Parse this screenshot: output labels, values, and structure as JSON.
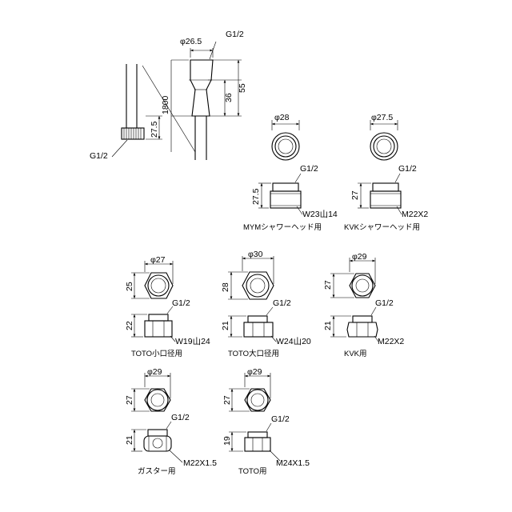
{
  "hose": {
    "end_dia": "φ26.5",
    "end_thread": "G1/2",
    "length": "1800",
    "dim_36": "36",
    "dim_55": "55",
    "nut_height": "27.5",
    "nut_thread": "G1/2"
  },
  "adapters": [
    {
      "dia": "φ28",
      "height": "27.5",
      "thread": "G1/2",
      "screw": "W23山14",
      "caption": "MYMシャワーヘッド用"
    },
    {
      "dia": "φ27.5",
      "height": "27",
      "thread": "G1/2",
      "screw": "M22X2",
      "caption": "KVKシャワーヘッド用"
    },
    {
      "dia": "φ27",
      "height": "22",
      "top_height": "25",
      "thread": "G1/2",
      "screw": "W19山24",
      "caption": "TOTO小口径用"
    },
    {
      "dia": "φ30",
      "height": "21",
      "top_height": "28",
      "thread": "G1/2",
      "screw": "W24山20",
      "caption": "TOTO大口径用"
    },
    {
      "dia": "φ29",
      "height": "21",
      "top_height": "27",
      "thread": "G1/2",
      "screw": "M22X2",
      "caption": "KVK用"
    },
    {
      "dia": "φ29",
      "height": "21",
      "top_height": "27",
      "thread": "G1/2",
      "screw": "M22X1.5",
      "caption": "ガスター用"
    },
    {
      "dia": "φ29",
      "height": "19",
      "top_height": "27",
      "thread": "G1/2",
      "screw": "M24X1.5",
      "caption": "TOTO用"
    }
  ]
}
